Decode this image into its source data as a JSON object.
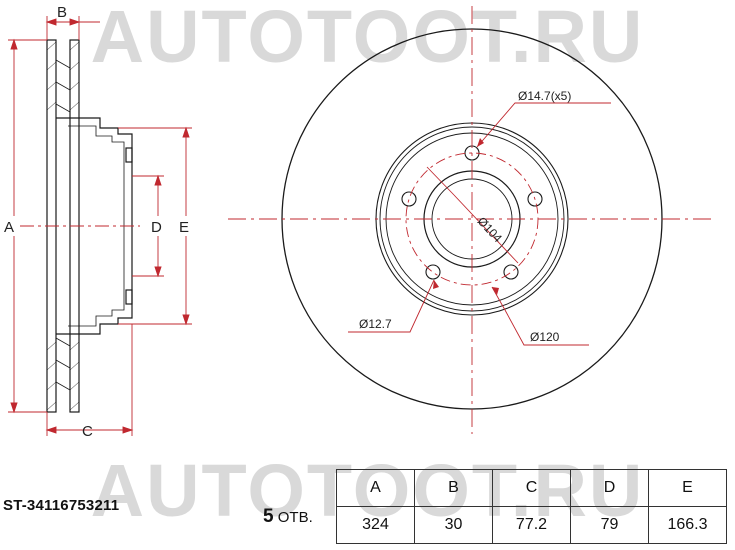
{
  "watermark": {
    "top_text": "AUTOTOOT.RU",
    "bottom_text": "AUTOTOOT.RU"
  },
  "side_view": {
    "dim_labels": {
      "a": "A",
      "b": "B",
      "c": "C",
      "d": "D",
      "e": "E"
    }
  },
  "front_view": {
    "callouts": {
      "bolt_hole": "Ø14.7(x5)",
      "pcd": "Ø104",
      "small_hole": "Ø12.7",
      "hub": "Ø120"
    }
  },
  "part": {
    "number": "ST-34116753211",
    "holes_count": "5",
    "holes_suffix": "ОТВ."
  },
  "spec_table": {
    "headers": [
      "A",
      "B",
      "C",
      "D",
      "E"
    ],
    "values": [
      "324",
      "30",
      "77.2",
      "79",
      "166.3"
    ]
  },
  "colors": {
    "outline": "#1a1a1a",
    "dimension": "#c0282f",
    "watermark": "#d9d9d9"
  }
}
